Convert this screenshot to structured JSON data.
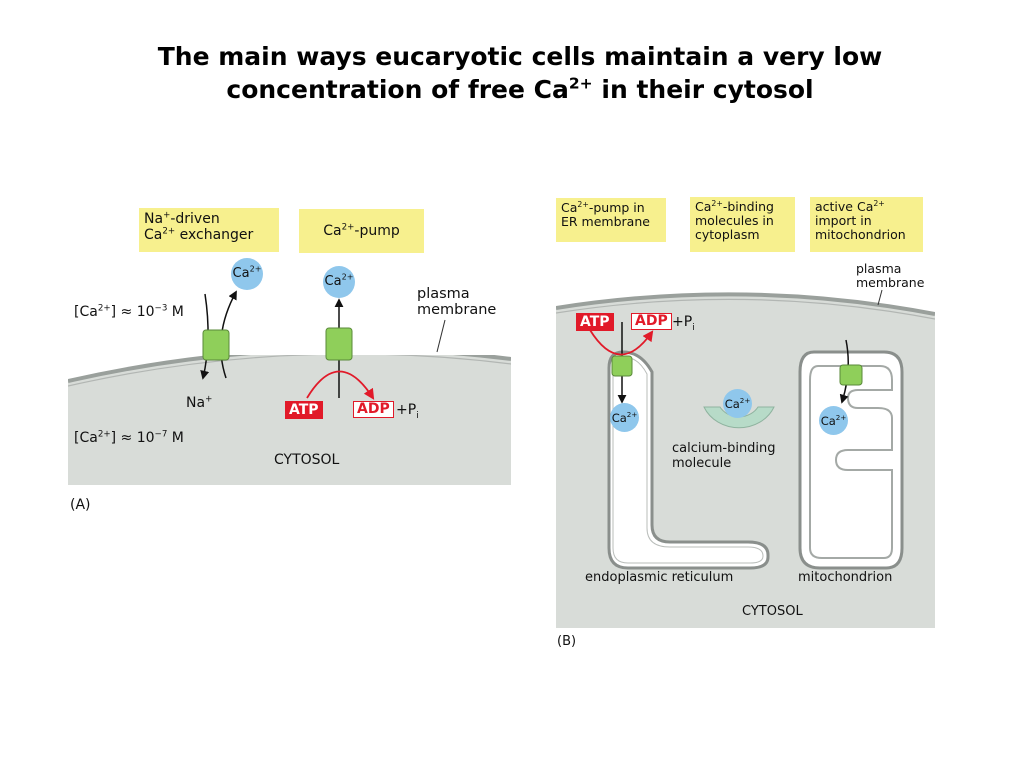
{
  "title": {
    "line1": "The main ways eucaryotic cells maintain a very low",
    "line2_pre": "concentration of free Ca",
    "line2_sup": "2+",
    "line2_post": " in their cytosol"
  },
  "panel_a": {
    "exchanger_box": {
      "line1_pre": "Na",
      "line1_sup": "+",
      "line1_post": "-driven",
      "line2_pre": "Ca",
      "line2_sup": "2+",
      "line2_post": " exchanger"
    },
    "pump_box": {
      "pre": "Ca",
      "sup": "2+",
      "post": "-pump"
    },
    "ca_ion_label": {
      "pre": "Ca",
      "sup": "2+"
    },
    "outside_conc": {
      "pre": "[Ca",
      "sup": "2+",
      "mid": "] ≈ 10",
      "exp": "−3",
      "post": " M"
    },
    "inside_conc": {
      "pre": "[Ca",
      "sup": "2+",
      "mid": "] ≈ 10",
      "exp": "−7",
      "post": " M"
    },
    "na_label": {
      "pre": "Na",
      "sup": "+"
    },
    "plasma_membrane": {
      "line1": "plasma",
      "line2": "membrane"
    },
    "atp": "ATP",
    "adp": "ADP",
    "pi": {
      "pre": "+P",
      "sub": "i"
    },
    "cytosol": "CYTOSOL",
    "panel_label": "(A)"
  },
  "panel_b": {
    "er_pump_box": {
      "line1_pre": "Ca",
      "line1_sup": "2+",
      "line1_post": "-pump in",
      "line2": "ER membrane"
    },
    "binding_box": {
      "line1_pre": "Ca",
      "line1_sup": "2+",
      "line1_post": "-binding",
      "line2": "molecules in",
      "line3": "cytoplasm"
    },
    "mito_box": {
      "line1_pre": "active Ca",
      "line1_sup": "2+",
      "line2": "import in",
      "line3": "mitochondrion"
    },
    "plasma_membrane": {
      "line1": "plasma",
      "line2": "membrane"
    },
    "atp": "ATP",
    "adp": "ADP",
    "pi": {
      "pre": "+P",
      "sub": "i"
    },
    "ca_ion_label": {
      "pre": "Ca",
      "sup": "2+"
    },
    "binding_molecule_label": {
      "line1": "calcium-binding",
      "line2": "molecule"
    },
    "er_label": "endoplasmic reticulum",
    "mito_label": "mitochondrion",
    "cytosol": "CYTOSOL",
    "panel_label": "(B)"
  },
  "colors": {
    "cytosol_fill": "#d8dcd8",
    "membrane": "#9aa09c",
    "transporter": "#8fcf5a",
    "ion": "#8fc7ec",
    "label_box": "#f7f08e",
    "atp": "#e11a29",
    "binding_molecule": "#b7dbc8"
  }
}
